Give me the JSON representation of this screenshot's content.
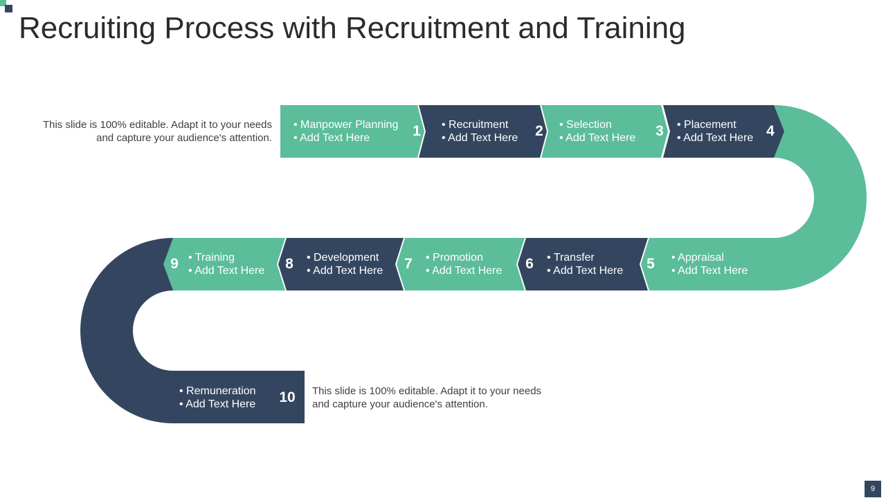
{
  "title": "Recruiting Process with Recruitment and Training",
  "colors": {
    "green": "#5bbd9a",
    "navy": "#34465f"
  },
  "notes": {
    "top_left": [
      "This slide is 100% editable. Adapt it to your needs",
      "and capture your audience's attention."
    ],
    "bottom_right": [
      "This slide is 100% editable. Adapt it to your needs",
      "and capture your audience's attention."
    ]
  },
  "steps": [
    {
      "number": "1",
      "title": "• Manpower Planning",
      "text": "• Add Text Here",
      "color": "green"
    },
    {
      "number": "2",
      "title": "• Recruitment",
      "text": "• Add Text Here",
      "color": "navy"
    },
    {
      "number": "3",
      "title": "• Selection",
      "text": "• Add Text Here",
      "color": "green"
    },
    {
      "number": "4",
      "title": "• Placement",
      "text": "• Add Text Here",
      "color": "navy"
    },
    {
      "number": "5",
      "title": "• Appraisal",
      "text": "• Add Text Here",
      "color": "green"
    },
    {
      "number": "6",
      "title": "• Transfer",
      "text": "• Add Text Here",
      "color": "navy"
    },
    {
      "number": "7",
      "title": "• Promotion",
      "text": "• Add Text Here",
      "color": "green"
    },
    {
      "number": "8",
      "title": "• Development",
      "text": "• Add Text Here",
      "color": "navy"
    },
    {
      "number": "9",
      "title": "• Training",
      "text": "• Add Text Here",
      "color": "green"
    },
    {
      "number": "10",
      "title": "• Remuneration",
      "text": "• Add Text Here",
      "color": "navy"
    }
  ],
  "page_number": "9"
}
